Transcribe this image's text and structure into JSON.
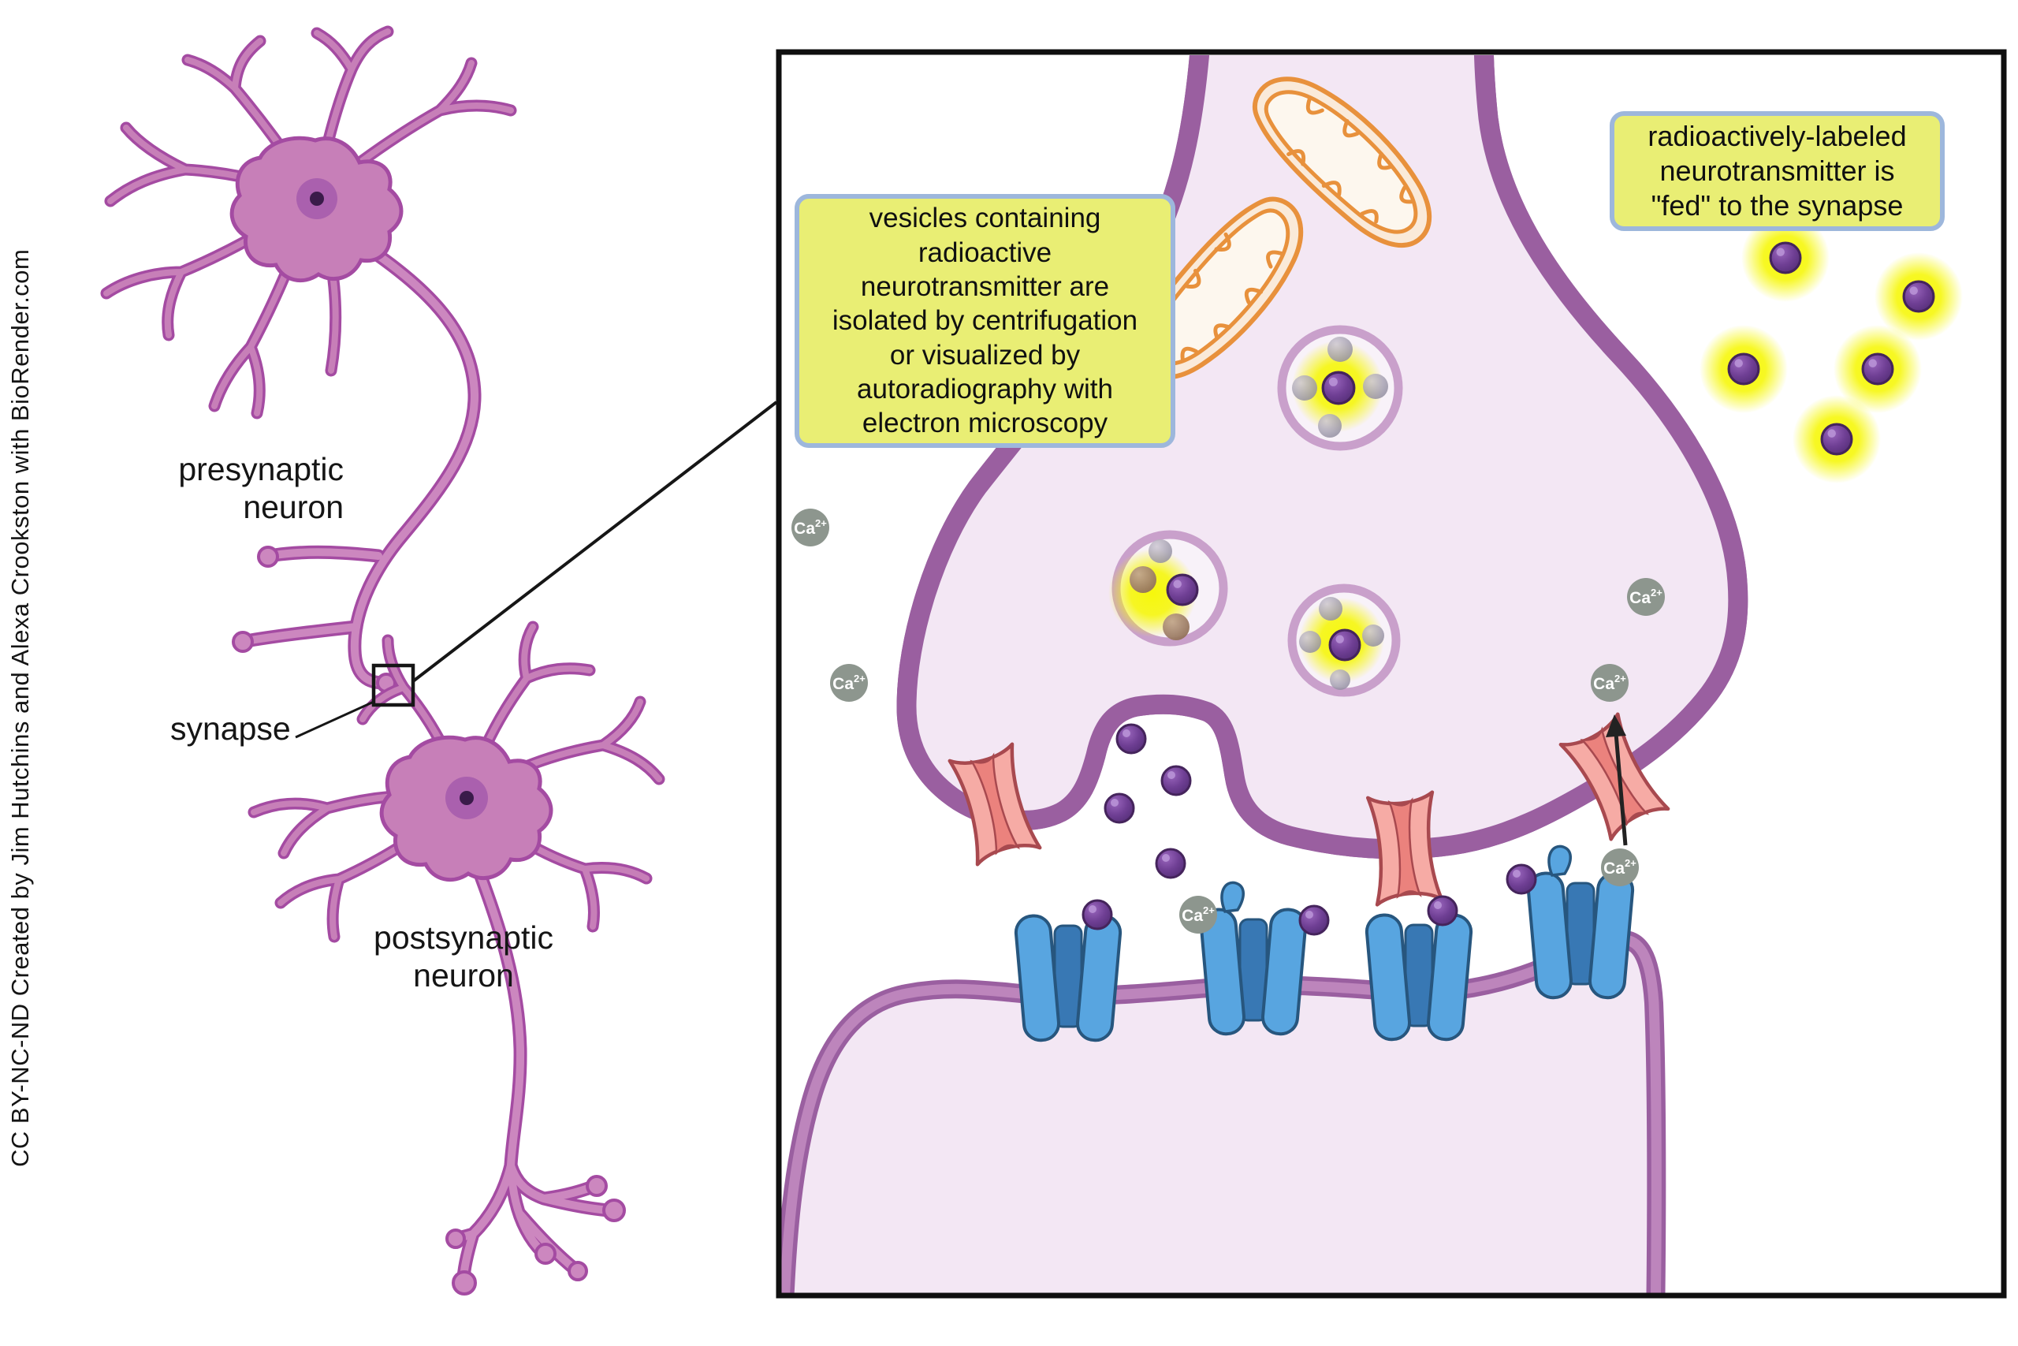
{
  "credit": "CC BY-NC-ND Created by Jim Hutchins and Alexa Crookston with BioRender.com",
  "figure": {
    "labels": {
      "presynaptic": "presynaptic\nneuron",
      "synapse": "synapse",
      "postsynaptic": "postsynaptic\nneuron"
    },
    "callouts": {
      "vesicles": "vesicles containing\nradioactive\nneurotransmitter are\nisolated by centrifugation\nor visualized by\nautoradiography with\nelectron microscopy",
      "fed": "radioactively-labeled\nneurotransmitter is\n\"fed\" to the synapse"
    },
    "ion_label": {
      "base": "Ca",
      "sup": "2+"
    }
  },
  "colors": {
    "callout-bg": "#e9ee74",
    "callout-border": "#9db7dc",
    "panel-border": "#0f0f0f",
    "cell-fill": "#f3e7f4",
    "membrane-dark": "#9a5fa0",
    "membrane-light": "#bd85bc",
    "vesicle-ring": "#c9a0cb",
    "vesicle-fill": "#f8f2f9",
    "glow-yellow": "#f6f70c",
    "neurotransmitter-purple": "#6f3f94",
    "calcium-gray": "#8d968e",
    "channel-pink": "#f6aba5",
    "channel-pink-dark": "#eb827d",
    "channel-outline": "#a8494f",
    "receptor-blue": "#58a5e0",
    "receptor-blue-dark": "#3878b4",
    "receptor-outline": "#27567e",
    "mitochondrion-orange": "#e8913c",
    "mitochondrion-fill": "#faead9",
    "neuron-body": "#c77fb8",
    "neuron-outline": "#a44ba2",
    "nucleus": "#aa60ae",
    "nucleolus": "#3a1b4a"
  }
}
